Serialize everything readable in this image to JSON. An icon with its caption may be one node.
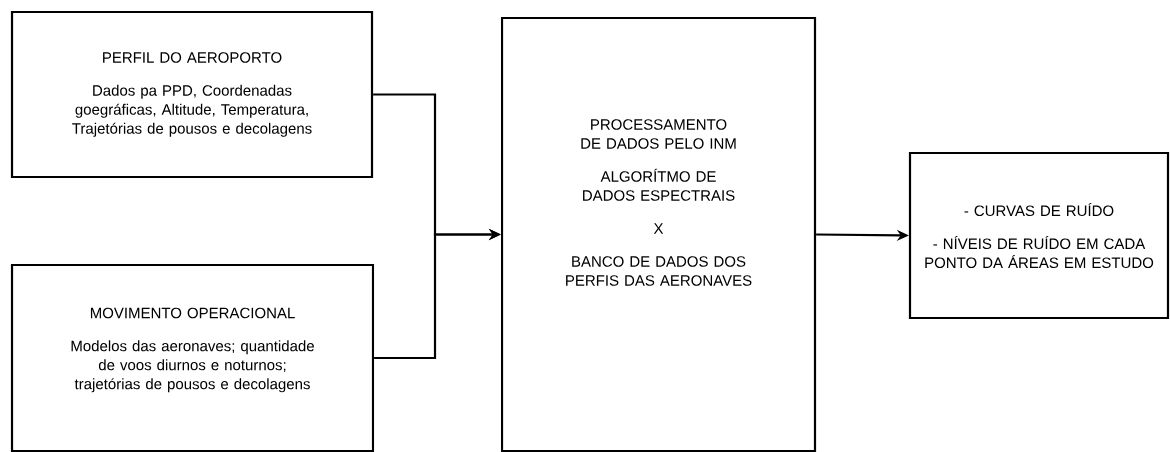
{
  "diagram": {
    "nodes": [
      {
        "text": [
          "PERFIL DO AEROPORTO",
          "Dados pa PPD, Coordenadas goegráficas, Altitude, Temperatura, Trajetórias de pousos e decolagens"
        ]
      },
      {
        "text": [
          "MOVIMENTO OPERACIONAL",
          "Modelos das aeronaves; quantidade de voos diurnos e noturnos; trajetórias de pousos e decolagens"
        ]
      },
      {
        "text": [
          "PROCESSAMENTO DE DADOS PELO INM",
          "ALGORÍTMO DE DADOS ESPECTRAIS",
          "X",
          "BANCO DE DADOS DOS PERFIS DAS AERONAVES"
        ]
      },
      {
        "text": [
          "- CURVAS DE RUÍDO",
          "- NÍVEIS DE RUÍDO EM CADA PONTO DA ÁREAS EM ESTUDO"
        ]
      }
    ],
    "edges": [
      {
        "from": 0,
        "to": 2,
        "arrow": "to"
      },
      {
        "from": 1,
        "to": 2,
        "arrow": "to"
      },
      {
        "from": 2,
        "to": 3,
        "arrow": "to"
      }
    ]
  }
}
